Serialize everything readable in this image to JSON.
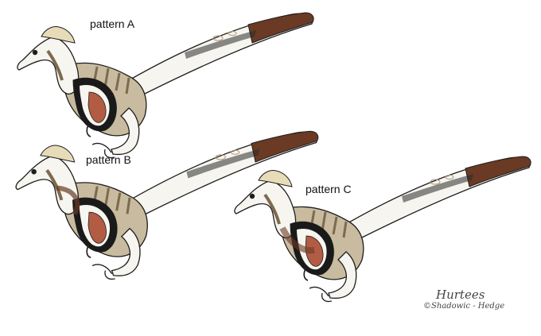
{
  "labels": {
    "a": "pattern A",
    "b": "pattern B",
    "c": "pattern C"
  },
  "signature": {
    "name": "Hurtees",
    "credit": "©Shadowic - Hedge"
  },
  "colors": {
    "body_tan": "#c8bb9f",
    "belly_white": "#f7f5ef",
    "stripe_brown": "#7e6a4e",
    "tail_tip": "#6a3a24",
    "wing_red": "#b35c44",
    "wing_black": "#1a1a1a",
    "outline": "#1e1e1e",
    "crest": "#e8dcb8"
  }
}
